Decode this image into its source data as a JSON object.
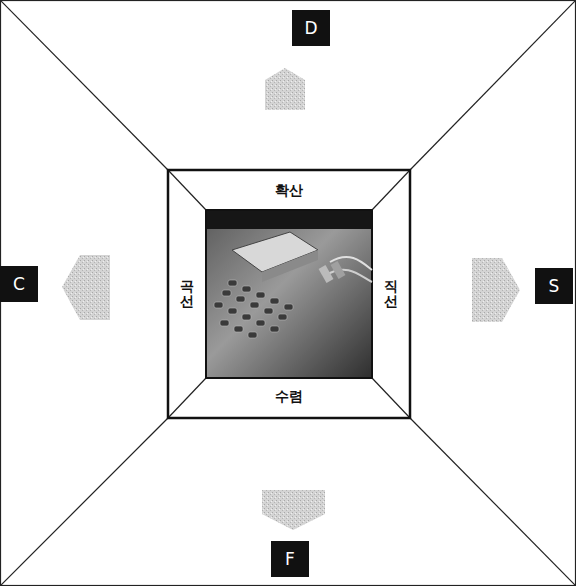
{
  "diagram": {
    "nodes": [
      {
        "text": [
          "D"
        ]
      },
      {
        "text": [
          "확산"
        ]
      },
      {
        "text": [
          "C"
        ]
      },
      {
        "text": [
          "곡선"
        ]
      },
      {
        "text": [
          "직선"
        ]
      },
      {
        "text": [
          "S"
        ]
      },
      {
        "text": [
          "수렴"
        ]
      },
      {
        "text": [
          "F"
        ]
      }
    ]
  }
}
